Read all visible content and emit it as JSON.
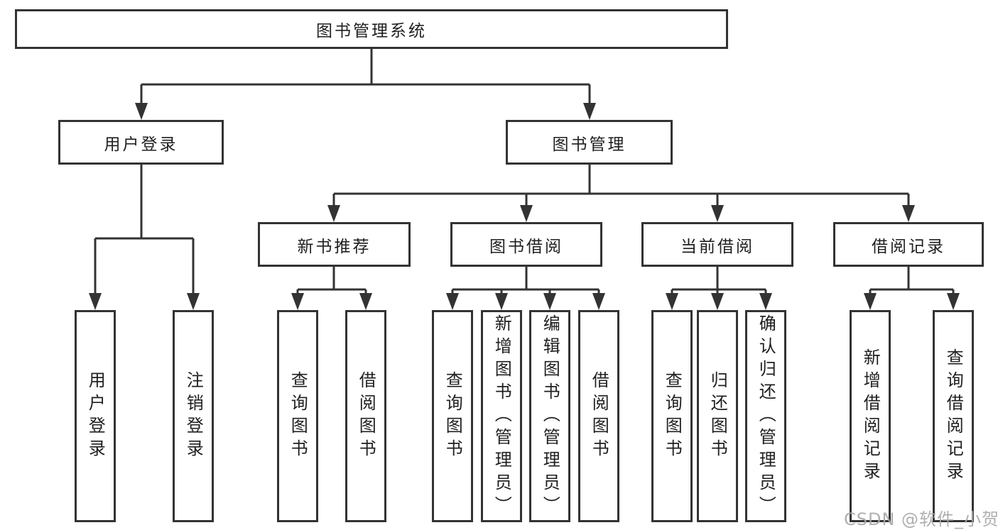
{
  "colors": {
    "background": "#ffffff",
    "box_border": "#333333",
    "connector_line": "#333333",
    "text": "#1f1f1f",
    "watermark": "#a8a8a8"
  },
  "root": {
    "label": "图书管理系统"
  },
  "level2": [
    {
      "label": "用户登录"
    },
    {
      "label": "图书管理"
    }
  ],
  "level3": [
    {
      "label": "新书推荐"
    },
    {
      "label": "图书借阅"
    },
    {
      "label": "当前借阅"
    },
    {
      "label": "借阅记录"
    }
  ],
  "leaves": {
    "user_login": [
      {
        "label": "用户登录"
      },
      {
        "label": "注销登录"
      }
    ],
    "new_book_recommend": [
      {
        "label": "查询图书"
      },
      {
        "label": "借阅图书"
      }
    ],
    "book_borrow": [
      {
        "label": "查询图书"
      },
      {
        "label": "新增图书（管理员）"
      },
      {
        "label": "编辑图书（管理员）"
      },
      {
        "label": "借阅图书"
      }
    ],
    "current_borrow": [
      {
        "label": "查询图书"
      },
      {
        "label": "归还图书"
      },
      {
        "label": "确认归还（管理员）"
      }
    ],
    "borrow_records": [
      {
        "label": "新增借阅记录"
      },
      {
        "label": "查询借阅记录"
      }
    ]
  },
  "watermark": {
    "text": "CSDN @软件_小贺同学"
  }
}
